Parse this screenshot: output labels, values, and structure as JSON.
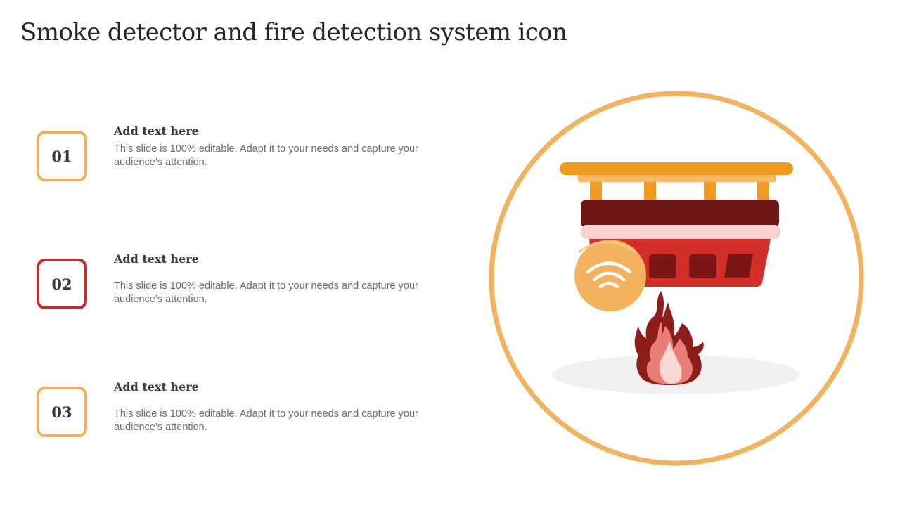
{
  "slide": {
    "title": "Smoke detector and fire detection system icon"
  },
  "items": [
    {
      "number": "01",
      "heading": "Add text here",
      "body": "This slide is 100% editable. Adapt it to your needs and capture your audience’s attention.",
      "border_color": "#f2b05c"
    },
    {
      "number": "02",
      "heading": "Add text here",
      "body": "This slide is 100% editable. Adapt it to your needs and capture your audience’s attention.",
      "border_color": "#c62b2a"
    },
    {
      "number": "03",
      "heading": "Add text here",
      "body": "This slide is 100% editable. Adapt it to your needs and capture your audience’s attention.",
      "border_color": "#f2b05c"
    }
  ],
  "illustration": {
    "icon": "smoke-detector-fire-icon",
    "colors": {
      "ring": "#f3b35e",
      "mount_bar": "#f29a1e",
      "detector_top": "#6e1715",
      "detector_band": "#f8d2d1",
      "detector_body": "#d42e28",
      "wifi_badge": "#f3b35e",
      "flame_outer": "#8e1d19",
      "flame_mid": "#e97d78",
      "flame_inner": "#fbd7d4",
      "shadow": "#f0f0f0"
    }
  }
}
